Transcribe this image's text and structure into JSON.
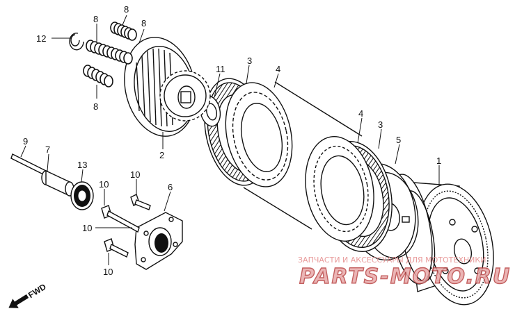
{
  "parts": [
    {
      "ref": "12",
      "name": "snap-ring"
    },
    {
      "ref": "8",
      "name": "clutch-spring"
    },
    {
      "ref": "2",
      "name": "clutch-pressure-plate"
    },
    {
      "ref": "11",
      "name": "washer"
    },
    {
      "ref": "3",
      "name": "clutch-friction-disc"
    },
    {
      "ref": "4",
      "name": "clutch-plate"
    },
    {
      "ref": "5",
      "name": "clutch-center"
    },
    {
      "ref": "1",
      "name": "clutch-outer"
    },
    {
      "ref": "9",
      "name": "lifter-rod"
    },
    {
      "ref": "7",
      "name": "lifter-piece"
    },
    {
      "ref": "13",
      "name": "bearing"
    },
    {
      "ref": "10",
      "name": "bolt"
    },
    {
      "ref": "6",
      "name": "lifter-plate"
    }
  ],
  "labels": {
    "l12": "12",
    "l8a": "8",
    "l8b": "8",
    "l8c": "8",
    "l8d": "8",
    "l2": "2",
    "l11": "11",
    "l3a": "3",
    "l4a": "4",
    "l4b": "4",
    "l3b": "3",
    "l5": "5",
    "l1": "1",
    "l9": "9",
    "l7": "7",
    "l13": "13",
    "l10a": "10",
    "l10b": "10",
    "l10c": "10",
    "l10d": "10",
    "l6": "6"
  },
  "direction": {
    "text": "FWD",
    "icon": "arrow-icon"
  },
  "watermark": {
    "tagline": "ЗАПЧАСТИ И АКСЕССУАРЫ ДЛЯ МОТОТЕХНИКИ",
    "logo": "PARTS-MOTO.RU"
  },
  "colors": {
    "line": "#111111",
    "watermark": "#e58a8a"
  }
}
